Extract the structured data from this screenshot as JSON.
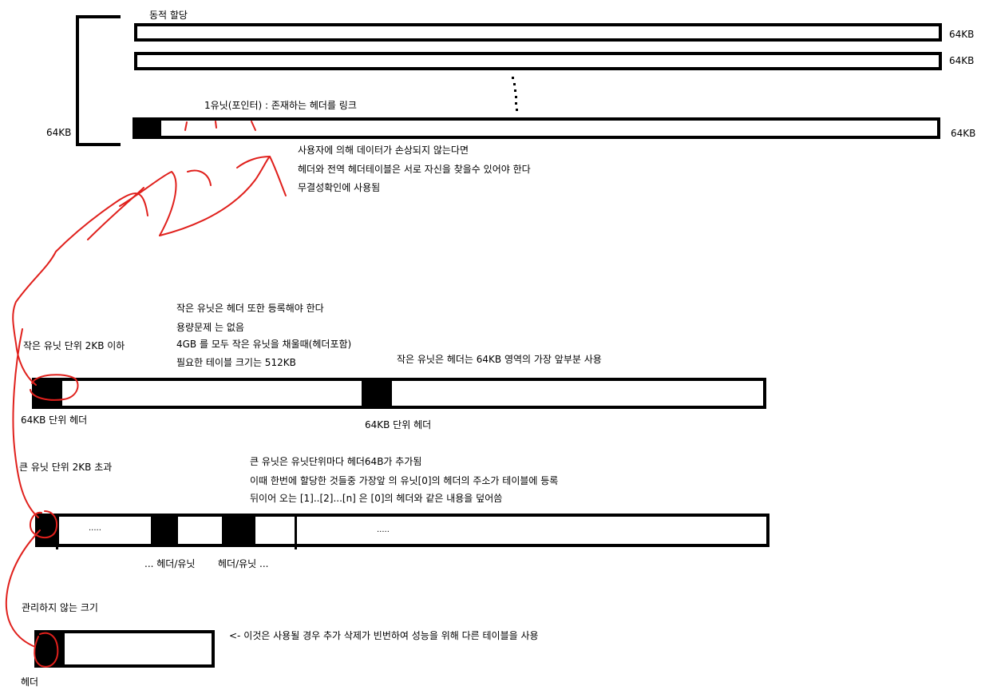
{
  "top": {
    "title": "동적 할당",
    "bar_label_1": "64KB",
    "bar_label_2": "64KB",
    "bar_label_3": "64KB",
    "bracket_label": "64KB",
    "unit_pointer_note": "1유닛(포인터) : 존재하는 헤더를 링크",
    "notes": [
      "사용자에 의해 데이터가 손상되지 않는다면",
      "헤더와 전역 헤더테이블은 서로 자신을 찾을수 있어야 한다",
      "무결성확인에 사용됨"
    ]
  },
  "small_units": {
    "label": "작은 유닛 단위 2KB 이하",
    "notes": [
      "작은 유닛은 헤더 또한 등록해야 한다",
      "용량문제 는 없음",
      "4GB 를 모두 작은 유닛을 채울때(헤더포함)",
      "필요한 테이블 크기는 512KB"
    ],
    "side_note": "작은 유닛은 헤더는 64KB 영역의 가장 앞부분 사용",
    "header_label_left": "64KB 단위 헤더",
    "header_label_mid": "64KB 단위 헤더"
  },
  "large_units": {
    "label": "큰 유닛 단위 2KB 초과",
    "notes": [
      "큰 유닛은 유닛단위마다 헤더64B가 추가됨",
      "이때 한번에 할당한 것들중 가장앞 의 유닛[0]의 헤더의 주소가 테이블에 등록",
      "뒤이어 오는 [1]..[2]...[n] 은 [0]의 헤더와 같은 내용을 덮어씀"
    ],
    "dots_1": ".....",
    "dots_2": ".....",
    "below_label_1": "... 헤더/유닛",
    "below_label_2": "헤더/유닛 ..."
  },
  "unmanaged": {
    "label": "관리하지 않는 크기",
    "note": "<- 이것은 사용될 경우 추가 삭제가 빈번하여 성능을 위해 다른 테이블을 사용",
    "header_label": "헤더"
  },
  "colors": {
    "ink": "#000000",
    "annotation": "#e0201c",
    "paper": "#ffffff"
  }
}
